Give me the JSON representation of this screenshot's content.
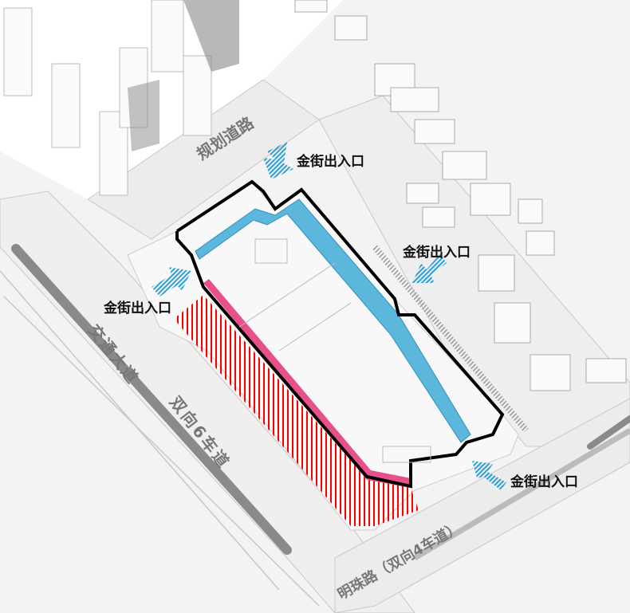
{
  "labels": {
    "planned_road": "规划道路",
    "entry_north": "金街出入口",
    "entry_east": "金街出入口",
    "entry_west": "金街出入口",
    "entry_south": "金街出入口",
    "avenue_name": "交通大道",
    "avenue_lanes": "双向6车道",
    "mingzhu_road": "明珠路（双向4车道）"
  },
  "colors": {
    "corridor": "#5bb8dc",
    "frontage": "#e8508a",
    "hatch": "#ff0000",
    "outline": "#000000",
    "road_band": "#8a8a8a",
    "ground": "#efefef"
  }
}
